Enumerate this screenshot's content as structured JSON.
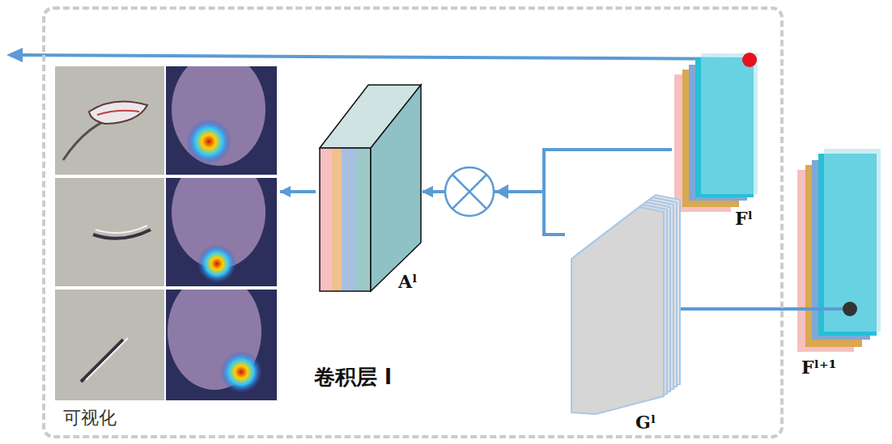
{
  "diagram": {
    "nodes": [
      {
        "text": [
          "卷积层 l"
        ]
      },
      {
        "text": [
          "可视化"
        ],
        "in": 0
      },
      {
        "text": [
          "Aˡ"
        ],
        "in": 0
      },
      {
        "text": [
          "Fˡ"
        ],
        "in": 0
      },
      {
        "text": [
          "Gˡ"
        ],
        "in": 0
      },
      {
        "text": [
          "Fˡ⁺¹"
        ]
      }
    ],
    "edges": [
      {
        "from": 3,
        "to": 2,
        "arrow": "to"
      },
      {
        "from": 4,
        "to": 2,
        "arrow": "to"
      },
      {
        "from": 2,
        "to": 1,
        "arrow": "to"
      },
      {
        "from": 5,
        "to": 4,
        "arrow": "to"
      }
    ]
  }
}
